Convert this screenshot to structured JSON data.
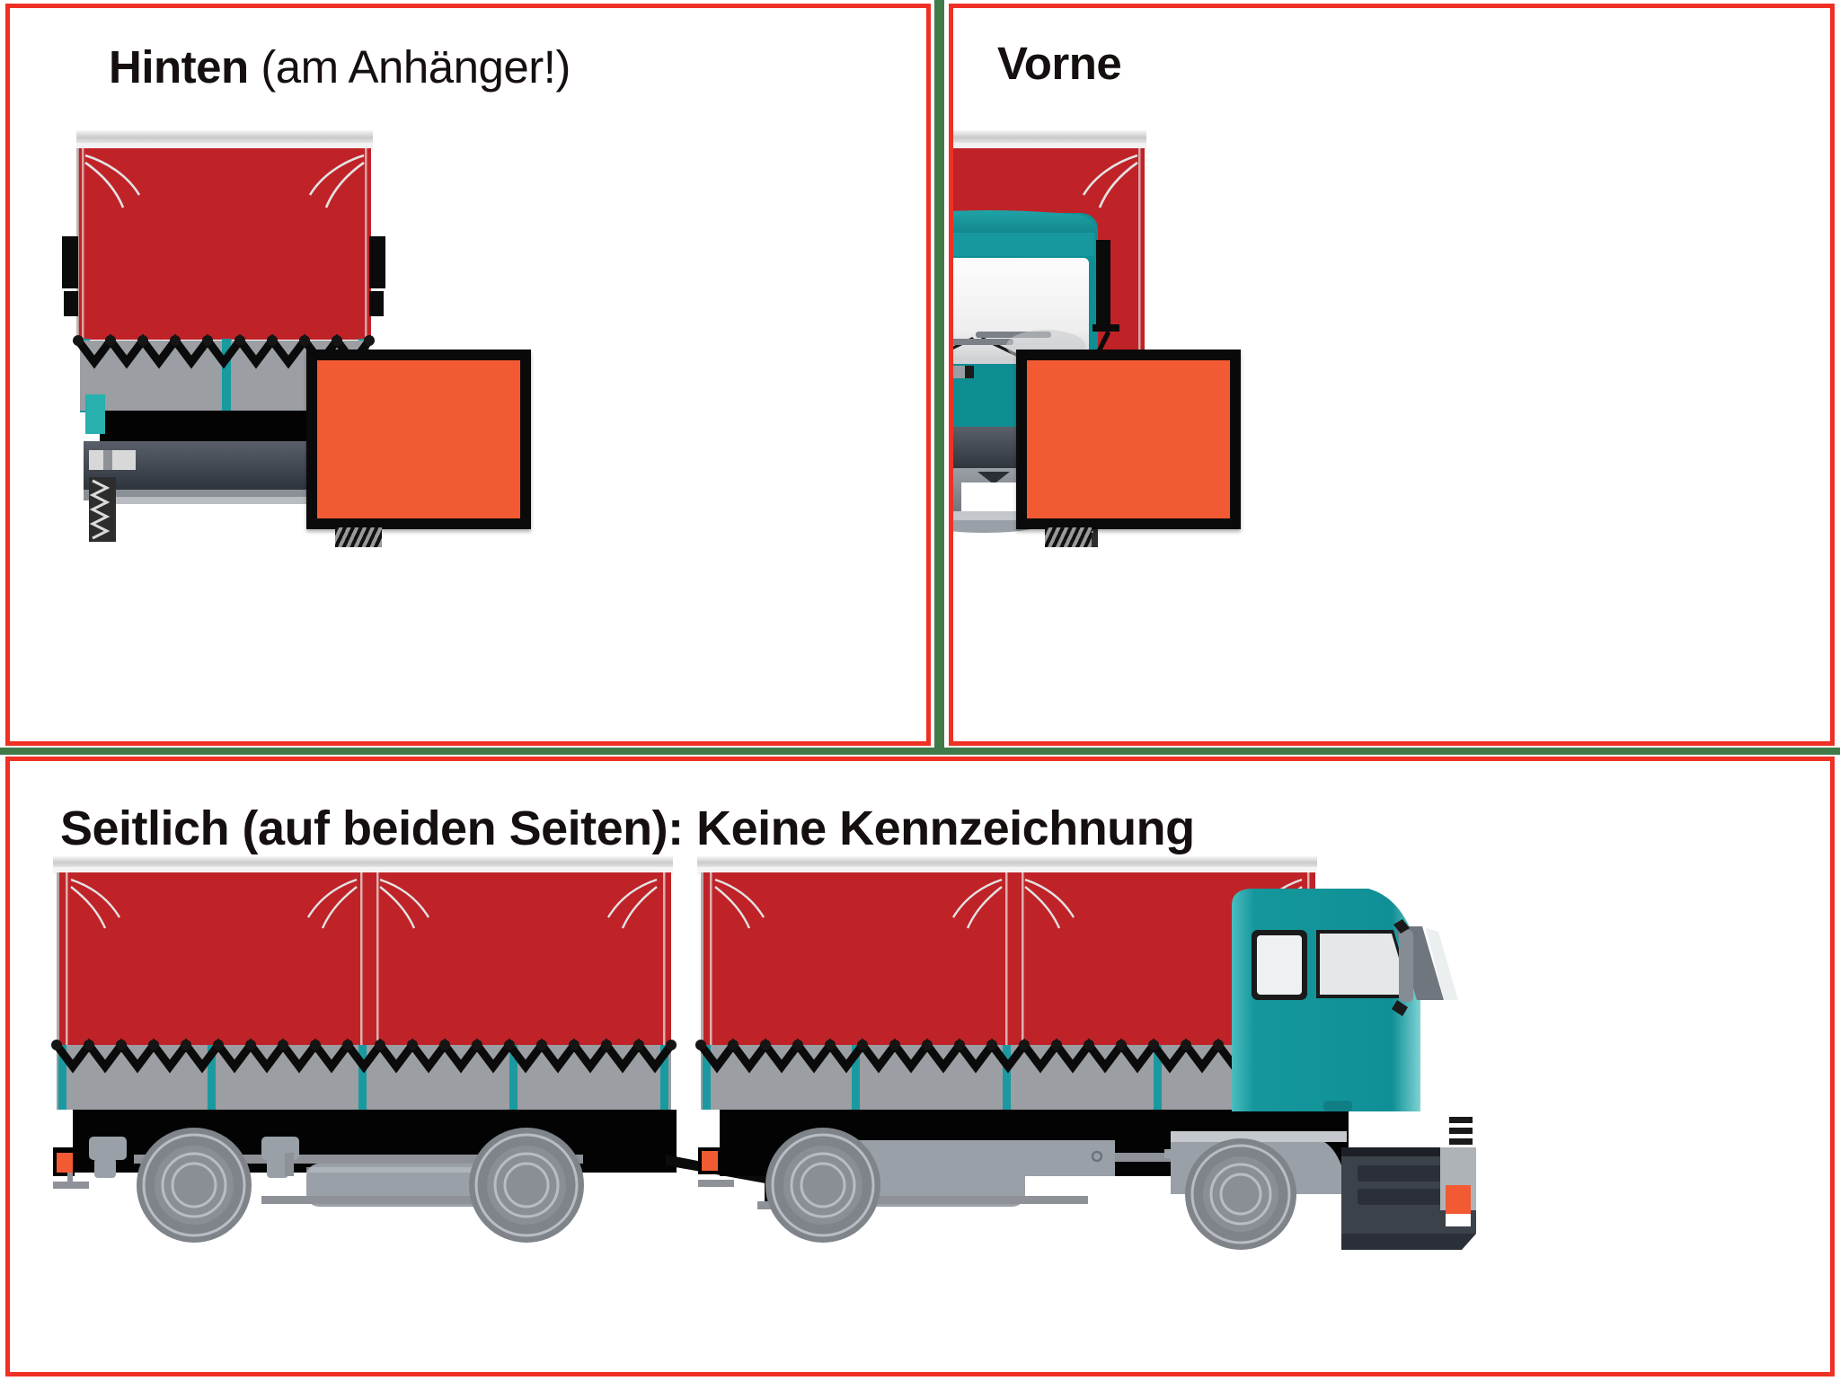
{
  "document": {
    "type": "adr-vehicle-marking-diagram",
    "language": "de"
  },
  "panels": [
    {
      "id": "hinten",
      "title_bold": "Hinten",
      "title_regular": " (am Anhänger!)",
      "title_full": "Hinten (am Anhänger!)",
      "view": "rear-view",
      "vehicle": "curtainsider-trailer",
      "marking": {
        "present": true,
        "type": "orange-plate",
        "text": "",
        "plate_color": "#f15a33",
        "border_color": "#0a0a0a"
      }
    },
    {
      "id": "vorne",
      "title_bold": "Vorne",
      "title_regular": "",
      "title_full": "Vorne",
      "view": "front-view",
      "vehicle": "curtainsider-truck",
      "marking": {
        "present": true,
        "type": "orange-plate",
        "text": "",
        "plate_color": "#f15a33",
        "border_color": "#0a0a0a"
      }
    },
    {
      "id": "seitlich",
      "title_bold": "Seitlich (auf beiden Seiten): Keine Kennzeichnung",
      "title_regular": "",
      "title_full": "Seitlich (auf beiden Seiten): Keine Kennzeichnung",
      "view": "side-view",
      "vehicle": "truck-with-drawbar-trailer",
      "marking": {
        "present": false,
        "type": "none",
        "text": ""
      }
    }
  ],
  "colors": {
    "panel_border": "#ef3024",
    "divider": "#3f7a48",
    "tarpaulin_red": "#bf2328",
    "cab_teal": "#189a9f",
    "body_gray": "#9b9ea2",
    "chassis_black": "#030303",
    "plate_orange": "#f15a33",
    "plate_frame": "#0a0a0a",
    "marker_orange": "#f15a33",
    "background": "#ffffff",
    "text": "#15100f"
  }
}
